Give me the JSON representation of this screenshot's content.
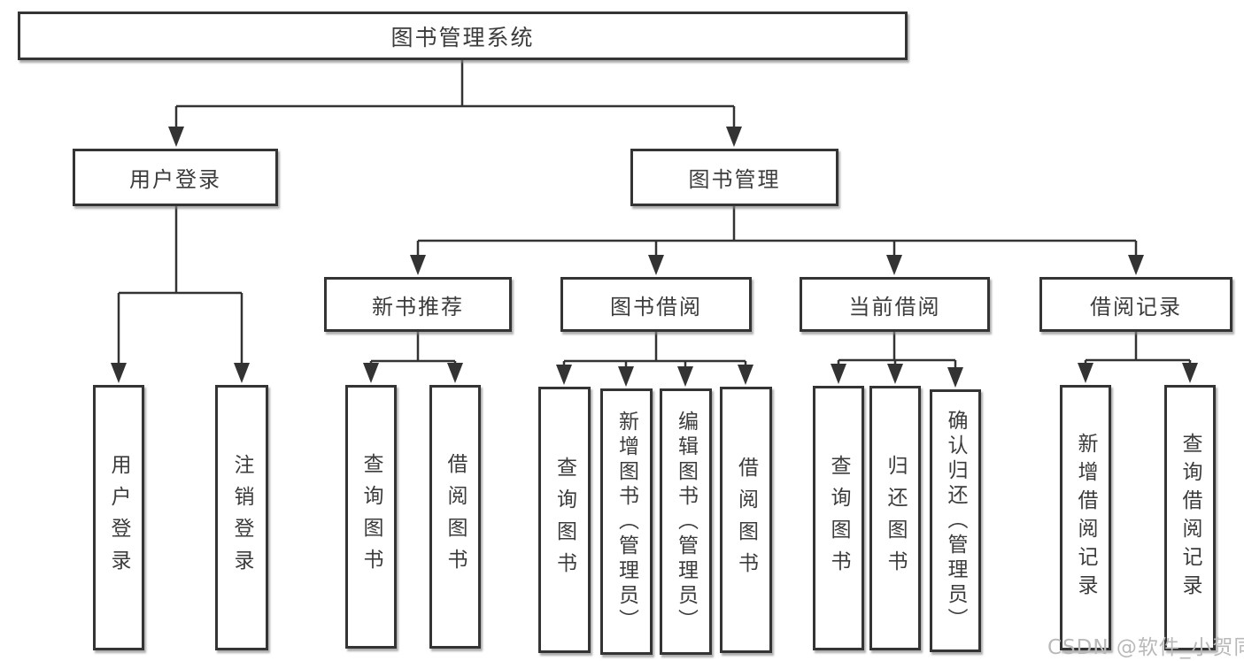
{
  "diagram": {
    "type": "hierarchy-tree",
    "root": {
      "label": "图书管理系统"
    },
    "level2": [
      {
        "label": "用户登录"
      },
      {
        "label": "图书管理"
      }
    ],
    "level3": [
      {
        "label": "新书推荐",
        "parent": "图书管理"
      },
      {
        "label": "图书借阅",
        "parent": "图书管理"
      },
      {
        "label": "当前借阅",
        "parent": "图书管理"
      },
      {
        "label": "借阅记录",
        "parent": "图书管理"
      }
    ],
    "leaves": [
      {
        "label": "用户登录",
        "parent": "用户登录"
      },
      {
        "label": "注销登录",
        "parent": "用户登录"
      },
      {
        "label": "查询图书",
        "parent": "新书推荐"
      },
      {
        "label": "借阅图书",
        "parent": "新书推荐"
      },
      {
        "label": "查询图书",
        "parent": "图书借阅"
      },
      {
        "label": "新增图书（管理员）",
        "parent": "图书借阅"
      },
      {
        "label": "编辑图书（管理员）",
        "parent": "图书借阅"
      },
      {
        "label": "借阅图书",
        "parent": "图书借阅"
      },
      {
        "label": "查询图书",
        "parent": "当前借阅"
      },
      {
        "label": "归还图书",
        "parent": "当前借阅"
      },
      {
        "label": "确认归还（管理员）",
        "parent": "当前借阅"
      },
      {
        "label": "新增借阅记录",
        "parent": "借阅记录"
      },
      {
        "label": "查询借阅记录",
        "parent": "借阅记录"
      }
    ],
    "watermark": "CSDN @软件_小贺同学",
    "colors": {
      "line": "#333333",
      "box_border": "#343434",
      "box_background": "#ffffff",
      "text": "#3c3c3c",
      "shadow": "#828282",
      "watermark_text": "#b9b9b9"
    }
  }
}
